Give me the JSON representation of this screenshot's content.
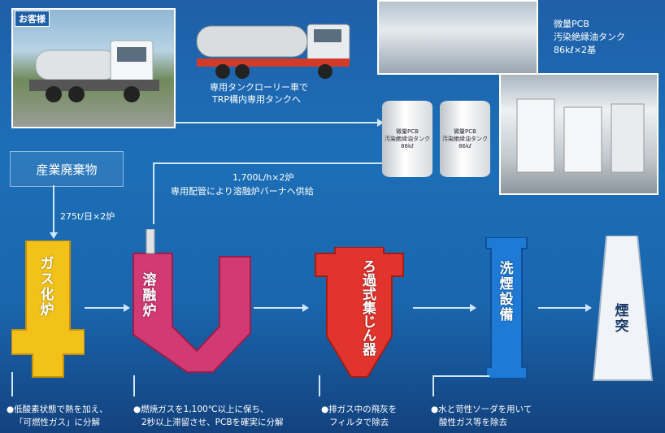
{
  "customer_label": "お客様",
  "truck_caption_line1": "専用タンクローリー車で",
  "truck_caption_line2": "TRP構内専用タンクへ",
  "tank_caption_line1": "微量PCB",
  "tank_caption_line2": "汚染絶縁油タンク",
  "tank_caption_line3": "86kℓ×2基",
  "small_tank_1": {
    "line1": "微量PCB",
    "line2": "汚染絶縁油タンク",
    "line3": "86kℓ"
  },
  "small_tank_2": {
    "line1": "微量PCB",
    "line2": "汚染絶縁油タンク",
    "line3": "86kℓ"
  },
  "industrial_waste": "産業廃棄物",
  "feed_rate": "275t/日×2炉",
  "supply_line1": "1,700L/h×2炉",
  "supply_line2": "専用配管により溶融炉バーナへ供給",
  "units": {
    "gasifier": "ガス化炉",
    "melting_furnace": "溶融炉",
    "filter": "ろ過式集じん器",
    "scrubber": "洗煙設備",
    "chimney": "煙突"
  },
  "notes": {
    "gasifier_1": "●低酸素状態で熱を加え、",
    "gasifier_2": "「可燃性ガス」に分解",
    "melting_1": "●燃焼ガスを1,100℃以上に保ち、",
    "melting_2": "2秒以上滞留させ、PCBを確実に分解",
    "filter_1": "●排ガス中の飛灰を",
    "filter_2": "フィルタで除去",
    "scrubber_1": "●水と苛性ソーダを用いて",
    "scrubber_2": "酸性ガス等を除去"
  },
  "colors": {
    "yellow": "#f3c21a",
    "magenta": "#d23a73",
    "red": "#e0342c",
    "blue": "#1f7ad6",
    "white": "#f0f4f8"
  }
}
